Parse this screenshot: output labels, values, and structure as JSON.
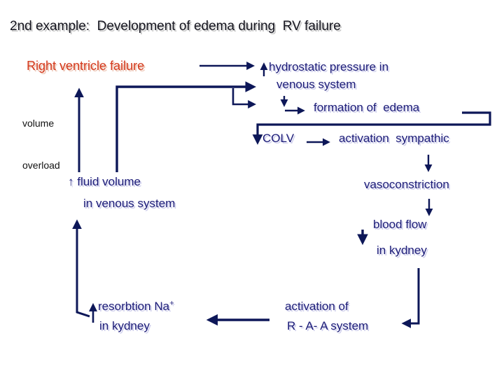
{
  "title": "2nd example:  Development of edema during  RV failure",
  "colors": {
    "background": "#ffffff",
    "title_text": "#15151f",
    "node_text_navy": "#1c1c78",
    "highlight_red": "#d4391c",
    "plain_black": "#111111",
    "arrow_navy": "#0d1758"
  },
  "nodes": {
    "right_ventricle_failure": "Right ventricle failure",
    "volume_overload": {
      "line1": "volume",
      "line2": "overload"
    },
    "hydrostatic_pressure": {
      "line1": "hydrostatic pressure in",
      "line2": "venous system"
    },
    "formation_of_edema": "formation of  edema",
    "colv": "COLV",
    "sympathetic_activation": "activation  sympathic",
    "vasoconstriction": "vasoconstriction",
    "renal_blood_flow": {
      "line1": "blood flow",
      "line2": "in kydney"
    },
    "fluid_volume": {
      "line1": "↑ fluid volume",
      "line2": "in venous system"
    },
    "na_resorption": {
      "line1": "resorbtion Na",
      "superscript": "+",
      "line2": "in kydney"
    },
    "raa_activation": {
      "line1": "activation of",
      "line2": "R - A- A system"
    }
  },
  "edges": [
    {
      "from": "right_ventricle_failure",
      "to": "hydrostatic_pressure"
    },
    {
      "from": "fluid_volume",
      "to": "volume_overload"
    },
    {
      "from": "fluid_volume",
      "to": "hydrostatic_pressure"
    },
    {
      "from": "fluid_volume",
      "to": "formation_of_edema"
    },
    {
      "from": "hydrostatic_pressure",
      "to": "formation_of_edema"
    },
    {
      "from": "formation_of_edema",
      "to": "colv"
    },
    {
      "from": "colv",
      "to": "sympathetic_activation"
    },
    {
      "from": "sympathetic_activation",
      "to": "vasoconstriction"
    },
    {
      "from": "vasoconstriction",
      "to": "renal_blood_flow"
    },
    {
      "from": "renal_blood_flow",
      "to": "raa_activation"
    },
    {
      "from": "raa_activation",
      "to": "na_resorption"
    },
    {
      "from": "na_resorption",
      "to": "fluid_volume"
    }
  ]
}
